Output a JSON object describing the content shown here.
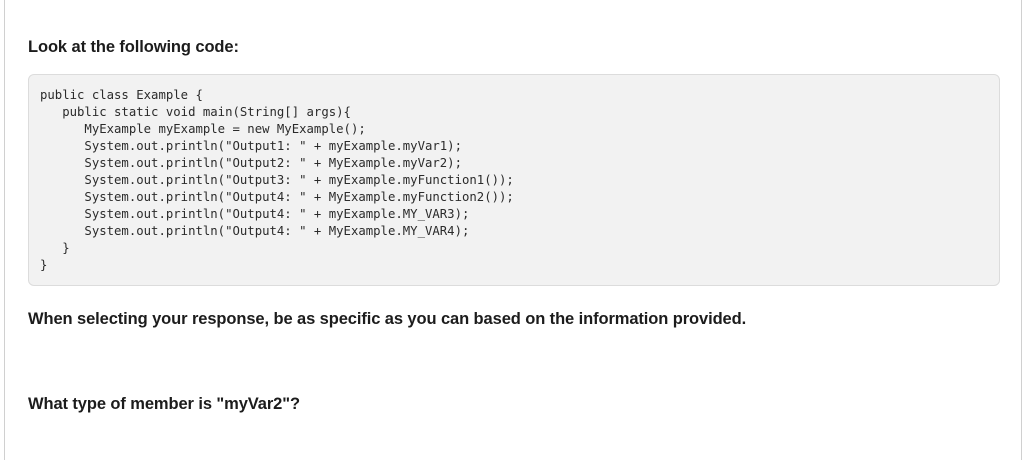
{
  "page": {
    "background_color": "#ffffff",
    "frame_rule_color": "#d0d0d0"
  },
  "content": {
    "heading": "Look at the following code:",
    "instruction": "When selecting your response, be as specific as you can based on the information provided.",
    "question": "What type of member is \"myVar2\"?"
  },
  "code_block": {
    "language": "java",
    "background_color": "#f2f2f2",
    "border_color": "#dcdcdc",
    "text_color": "#2b2b2b",
    "lines": [
      "public class Example {",
      "   public static void main(String[] args){",
      "      MyExample myExample = new MyExample();",
      "      System.out.println(\"Output1: \" + myExample.myVar1);",
      "      System.out.println(\"Output2: \" + MyExample.myVar2);",
      "      System.out.println(\"Output3: \" + myExample.myFunction1());",
      "      System.out.println(\"Output4: \" + MyExample.myFunction2());",
      "      System.out.println(\"Output4: \" + myExample.MY_VAR3);",
      "      System.out.println(\"Output4: \" + MyExample.MY_VAR4);",
      "   }",
      "}"
    ],
    "full_text": "public class Example {\n   public static void main(String[] args){\n      MyExample myExample = new MyExample();\n      System.out.println(\"Output1: \" + myExample.myVar1);\n      System.out.println(\"Output2: \" + MyExample.myVar2);\n      System.out.println(\"Output3: \" + myExample.myFunction1());\n      System.out.println(\"Output4: \" + MyExample.myFunction2());\n      System.out.println(\"Output4: \" + myExample.MY_VAR3);\n      System.out.println(\"Output4: \" + MyExample.MY_VAR4);\n   }\n}"
  }
}
